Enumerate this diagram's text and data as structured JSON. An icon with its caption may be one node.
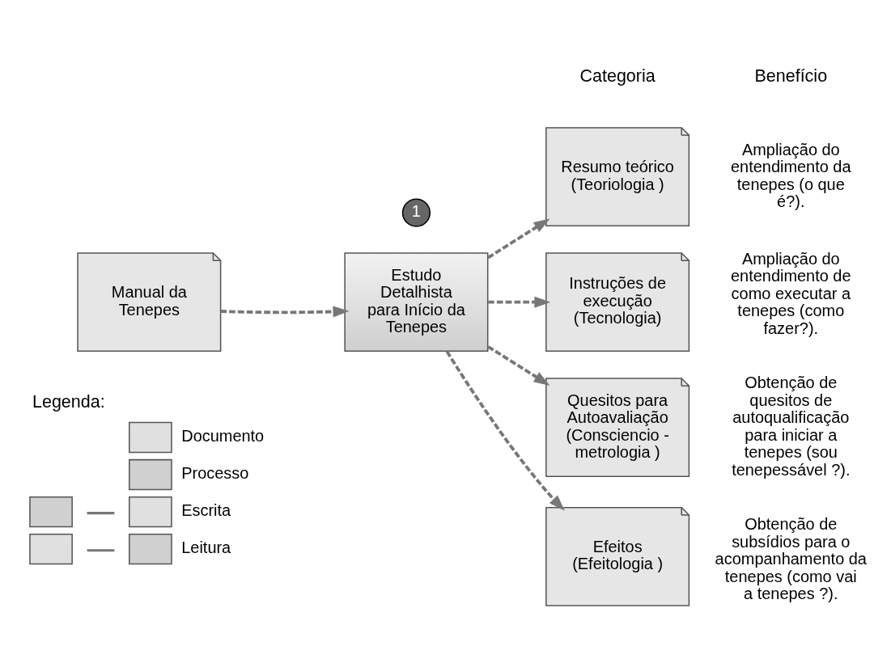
{
  "diagram": {
    "nodes": [
      {
        "text": [
          "Manual da Tenepes"
        ]
      },
      {
        "text": [
          "Estudo Detalhista para Início da Tenepes"
        ]
      },
      {
        "text": [
          "1"
        ]
      },
      {
        "text": [
          "Resumo teórico (Teoriologia )"
        ],
        "beside": [
          "Ampliação do entendimento da tenepes (o que é?)."
        ]
      },
      {
        "text": [
          "Instruções de execução (Tecnologia)"
        ],
        "beside": [
          "Ampliação do entendimento de como executar a tenepes (como fazer?)."
        ]
      },
      {
        "text": [
          "Quesitos para Autoavaliação (Consciencio - metrologia )"
        ],
        "beside": [
          "Obtenção de quesitos de autoqualificação para iniciar a tenepes (sou tenepessável ?)."
        ]
      },
      {
        "text": [
          "Efeitos (Efeitologia )"
        ],
        "beside": [
          "Obtenção de subsídios para o acompanhamento da tenepes (como vai a tenepes ?)."
        ]
      }
    ],
    "edges": [
      {
        "from": 0,
        "to": 1,
        "arrow": "to",
        "style": "dashed"
      },
      {
        "from": 1,
        "to": 3,
        "arrow": "to",
        "style": "dashed"
      },
      {
        "from": 1,
        "to": 4,
        "arrow": "to",
        "style": "dashed"
      },
      {
        "from": 1,
        "to": 5,
        "arrow": "to",
        "style": "dashed"
      },
      {
        "from": 1,
        "to": 6,
        "arrow": "to",
        "style": "dashed"
      }
    ],
    "labels": [
      "Categoria",
      "Benefício",
      "Legenda:"
    ],
    "legend": [
      {
        "text": "Documento"
      },
      {
        "text": "Processo"
      },
      {
        "text": "Escrita"
      },
      {
        "text": "Leitura"
      }
    ]
  }
}
